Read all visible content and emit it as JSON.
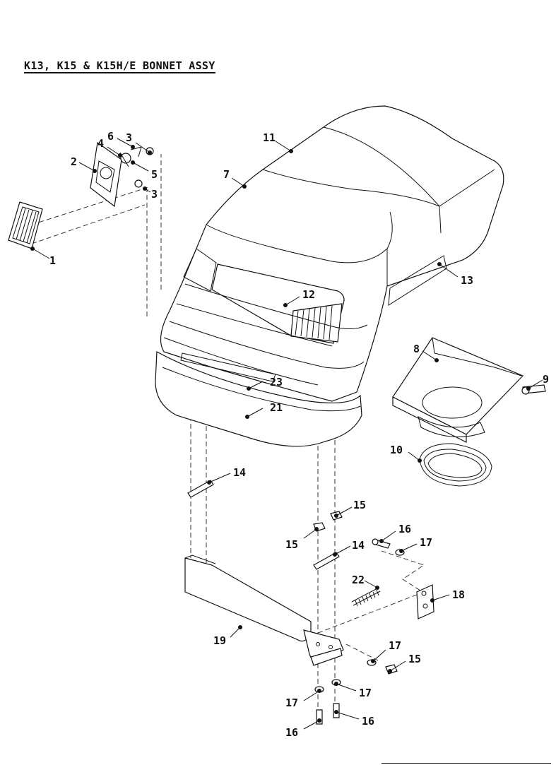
{
  "title": "K13, K15 & K15H/E BONNET ASSY",
  "callouts": [
    "1",
    "2",
    "3",
    "4",
    "5",
    "6",
    "7",
    "8",
    "9",
    "10",
    "11",
    "12",
    "13",
    "14",
    "15",
    "16",
    "17",
    "18",
    "19",
    "21",
    "22",
    "23"
  ]
}
